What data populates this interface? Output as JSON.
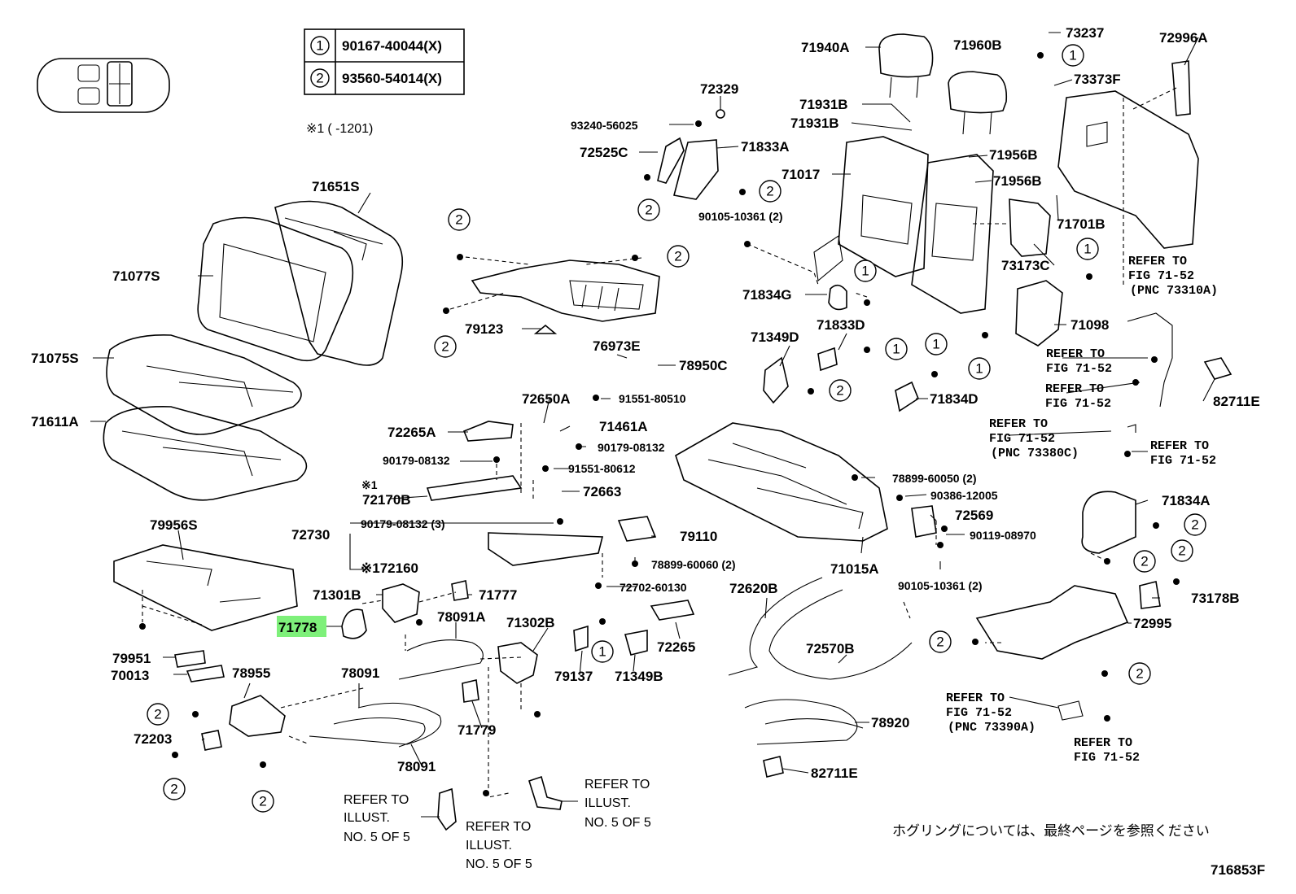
{
  "legend": {
    "rows": [
      {
        "num": "1",
        "part": "90167-40044",
        "suffix": "(X)"
      },
      {
        "num": "2",
        "part": "93560-54014",
        "suffix": "(X)"
      }
    ],
    "footnote_mark": "※1",
    "footnote_text": "(      -1201)"
  },
  "highlighted_part": "71778",
  "labels": {
    "p71940A": "71940A",
    "p71960B": "71960B",
    "p73237": "73237",
    "p72996A": "72996A",
    "p73373F": "73373F",
    "p72329": "72329",
    "p71931B_a": "71931B",
    "p71931B_b": "71931B",
    "p93240_56025": "93240-56025",
    "p72525C": "72525C",
    "p71833A": "71833A",
    "p71017": "71017",
    "p71956B_a": "71956B",
    "p71956B_b": "71956B",
    "p71701B": "71701B",
    "p90105_10361_a": "90105-10361 (2)",
    "p71651S": "71651S",
    "p71077S": "71077S",
    "p73173C": "73173C",
    "p71834G": "71834G",
    "p79123": "79123",
    "p76973E": "76973E",
    "p71833D": "71833D",
    "p71349D": "71349D",
    "p71098": "71098",
    "p71075S": "71075S",
    "p78950C": "78950C",
    "p71834D": "71834D",
    "p72650A": "72650A",
    "p91551_80510": "91551-80510",
    "p71611A": "71611A",
    "p82711E_a": "82711E",
    "p72265A": "72265A",
    "p71461A": "71461A",
    "p90179_08132_a": "90179-08132",
    "p90179_08132_b": "90179-08132",
    "p91551_80612": "91551-80612",
    "p78899_60050": "78899-60050 (2)",
    "p72170B": "72170B",
    "p72663": "72663",
    "p90386_12005": "90386-12005",
    "p71834A": "71834A",
    "p79956S": "79956S",
    "p72569": "72569",
    "p90179_08132_c": "90179-08132 (3)",
    "p72730": "72730",
    "p79110": "79110",
    "p90119_08970": "90119-08970",
    "p72160": "※172160",
    "p78899_60060": "78899-60060 (2)",
    "p71015A": "71015A",
    "p73178B": "73178B",
    "p72702_60130": "72702-60130",
    "p90105_10361_b": "90105-10361 (2)",
    "p71301B": "71301B",
    "p71777": "71777",
    "p72620B": "72620B",
    "p78091A": "78091A",
    "p71302B": "71302B",
    "p72995": "72995",
    "p72265": "72265",
    "p72570B": "72570B",
    "p79951": "79951",
    "p70013": "70013",
    "p78955": "78955",
    "p78091_a": "78091",
    "p79137": "79137",
    "p71349B": "71349B",
    "p71779": "71779",
    "p78920": "78920",
    "p72203": "72203",
    "p78091_b": "78091",
    "p82711E_b": "82711E",
    "p72170B_mark": "※1"
  },
  "refer_notes": {
    "fig_73310A": [
      "REFER TO",
      "FIG 71-52",
      "(PNC 73310A)"
    ],
    "fig_a": [
      "REFER TO",
      "FIG 71-52"
    ],
    "fig_b": [
      "REFER TO",
      "FIG 71-52"
    ],
    "fig_73380C": [
      "REFER TO",
      "FIG 71-52",
      "(PNC 73380C)"
    ],
    "fig_c": [
      "REFER TO",
      "FIG 71-52"
    ],
    "fig_73390A": [
      "REFER TO",
      "FIG 71-52",
      "(PNC 73390A)"
    ],
    "fig_d": [
      "REFER TO",
      "FIG 71-52"
    ],
    "illust_a": [
      "REFER TO",
      "ILLUST.",
      "NO. 5 OF 5"
    ],
    "illust_b": [
      "REFER TO",
      "ILLUST.",
      "NO. 5 OF 5"
    ],
    "illust_c": [
      "REFER TO",
      "ILLUST.",
      "NO. 5 OF 5"
    ]
  },
  "callouts": {
    "one": "1",
    "two": "2"
  },
  "footer": {
    "note_jp": "ホグリングについては、最終ページを参照ください",
    "figure_id": "716853F"
  }
}
